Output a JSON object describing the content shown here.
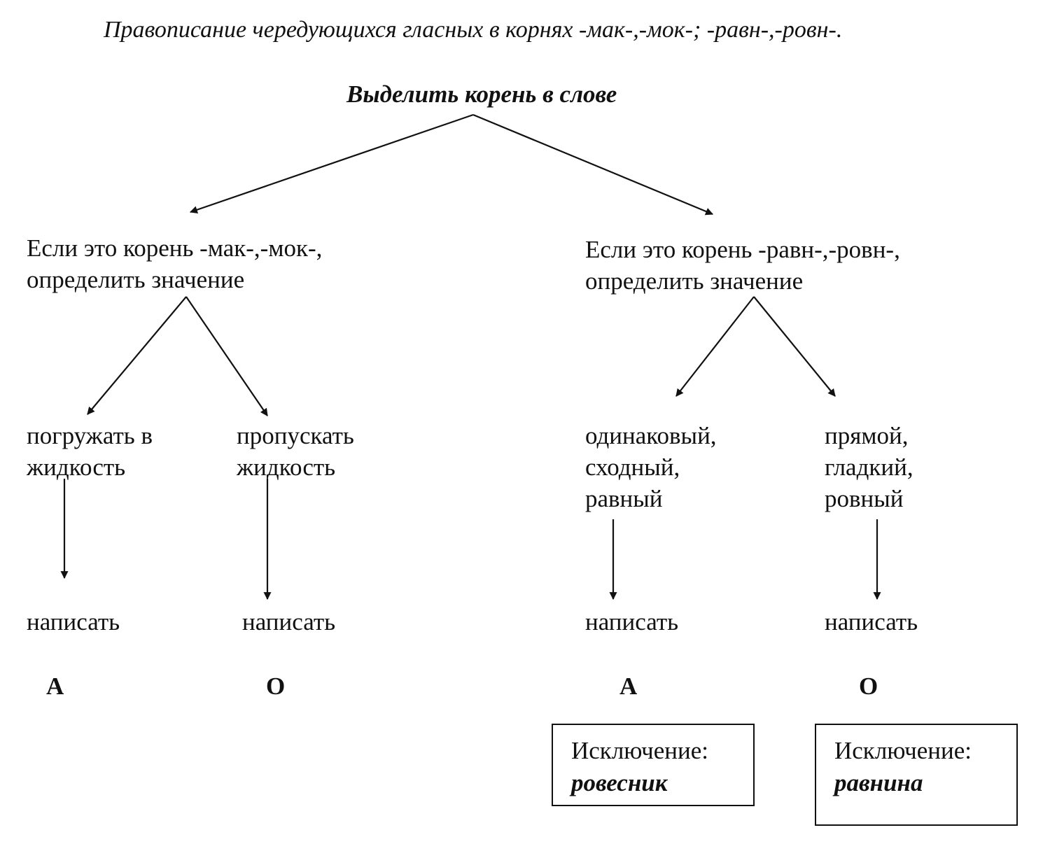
{
  "title": "Правописание чередующихся гласных в корнях -мак-,-мок-;  -равн-,-ровн-.",
  "root_step": "Выделить корень в слове",
  "branches": {
    "mak": {
      "condition": "Если это корень -мак-,-мок-,\nопределить значение",
      "left": {
        "meaning": "погружать в\nжидкость",
        "action": "написать",
        "vowel": "А"
      },
      "right": {
        "meaning": "пропускать\nжидкость",
        "action": "написать",
        "vowel": "О"
      }
    },
    "ravn": {
      "condition": "Если это корень -равн-,-ровн-,\nопределить значение",
      "left": {
        "meaning": "одинаковый,\nсходный,\nравный",
        "action": "написать",
        "vowel": "А",
        "exception_label": "Исключение:",
        "exception_word": "ровесник"
      },
      "right": {
        "meaning": "прямой,\nгладкий,\nровный",
        "action": "написать",
        "vowel": "О",
        "exception_label": "Исключение:",
        "exception_word": "равнина"
      }
    }
  },
  "colors": {
    "ink": "#111111",
    "background": "#ffffff"
  }
}
